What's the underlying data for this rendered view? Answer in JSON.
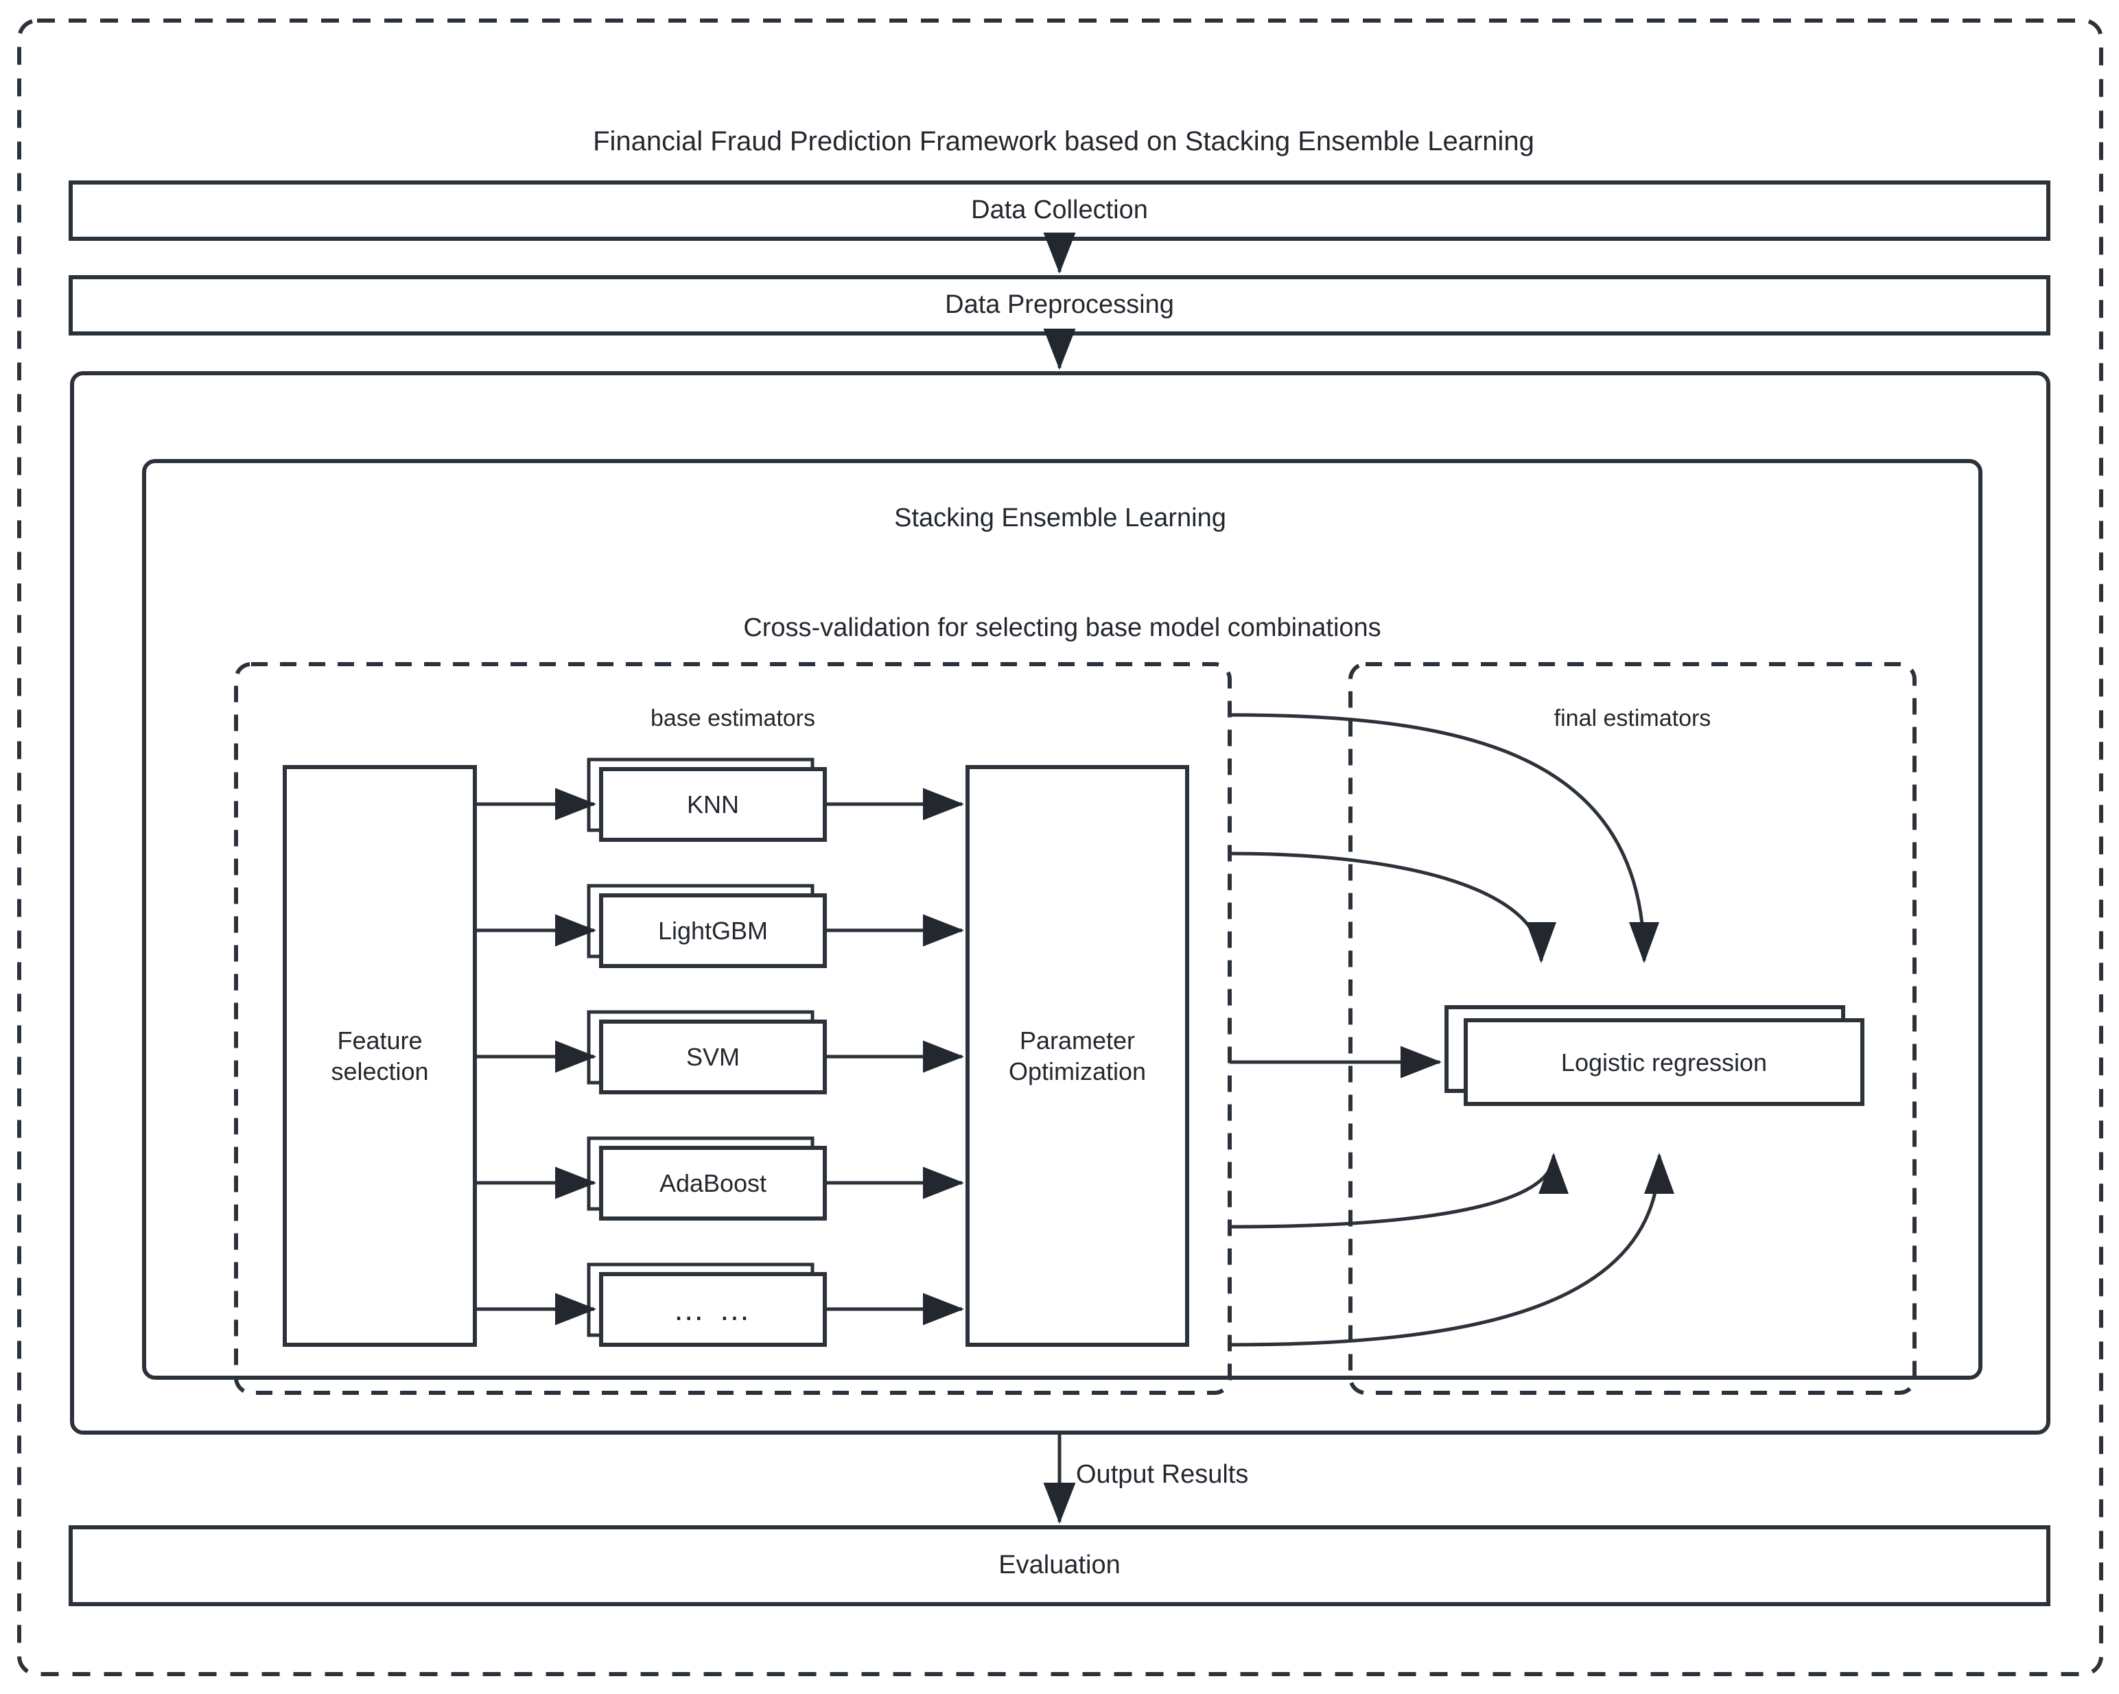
{
  "diagram": {
    "title": "Financial Fraud Prediction Framework based on Stacking Ensemble Learning",
    "pipeline": {
      "data_collection": "Data Collection",
      "data_preprocessing": "Data Preprocessing",
      "evaluation": "Evaluation",
      "output_results_label": "Output Results"
    },
    "stacking": {
      "title": "Stacking Ensemble Learning",
      "cross_validation_title": "Cross-validation for selecting base model combinations",
      "base_group_label": "base estimators",
      "final_group_label": "final estimators",
      "feature_selection": "Feature\nselection",
      "parameter_optimization": "Parameter\nOptimization",
      "base_models": [
        {
          "label": "KNN"
        },
        {
          "label": "LightGBM"
        },
        {
          "label": "SVM"
        },
        {
          "label": "AdaBoost"
        },
        {
          "label": "… …"
        }
      ],
      "final_model": "Logistic regression"
    },
    "colors": {
      "stroke": "#2c3239",
      "text": "#23282f",
      "background": "#ffffff"
    }
  }
}
